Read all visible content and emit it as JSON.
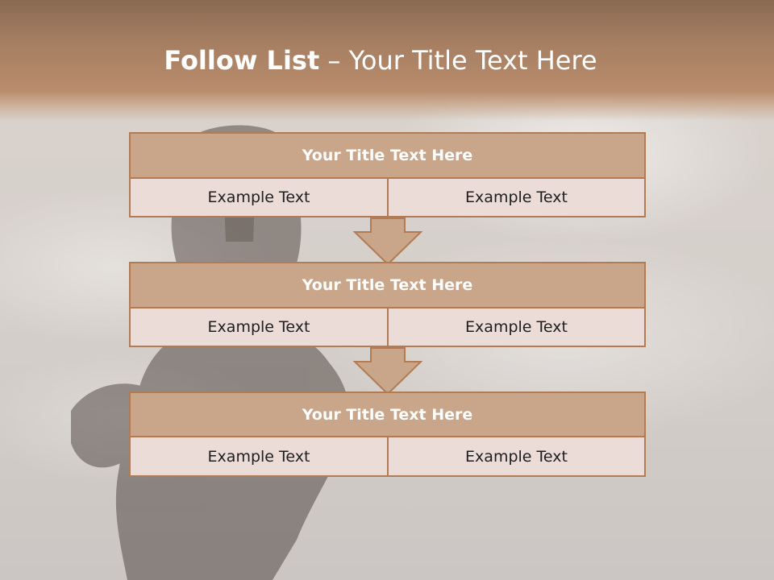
{
  "title": {
    "bold_part": "Follow List",
    "separator": " – ",
    "light_part": "Your Title Text Here"
  },
  "steps": [
    {
      "title": "Your Title Text Here",
      "left_text": "Example Text",
      "right_text": "Example Text"
    },
    {
      "title": "Your Title Text Here",
      "left_text": "Example Text",
      "right_text": "Example Text"
    },
    {
      "title": "Your Title Text Here",
      "left_text": "Example Text",
      "right_text": "Example Text"
    }
  ],
  "colors": {
    "header_band": "#a67e62",
    "block_header_fill": "#c9a589",
    "block_border": "#b27b54",
    "cell_fill": "#ebdcd8",
    "arrow_fill": "#c9a589"
  }
}
